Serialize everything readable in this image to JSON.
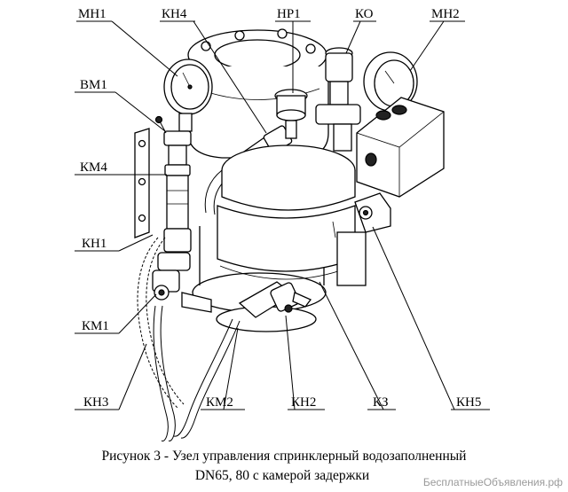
{
  "labels": {
    "mn1": "МН1",
    "kn4": "КН4",
    "np1": "НР1",
    "ko": "КО",
    "mn2": "МН2",
    "vm1": "ВМ1",
    "km4": "КМ4",
    "kn1": "КН1",
    "km1": "КМ1",
    "kn3": "КН3",
    "km2": "КМ2",
    "kn2": "КН2",
    "kz": "КЗ",
    "kn5": "КН5"
  },
  "caption": {
    "line1": "Рисунок 3 - Узел управления спринклерный водозаполненный",
    "line2": "DN65, 80 с камерой задержки"
  },
  "watermark": "БесплатныеОбъявления.рф"
}
